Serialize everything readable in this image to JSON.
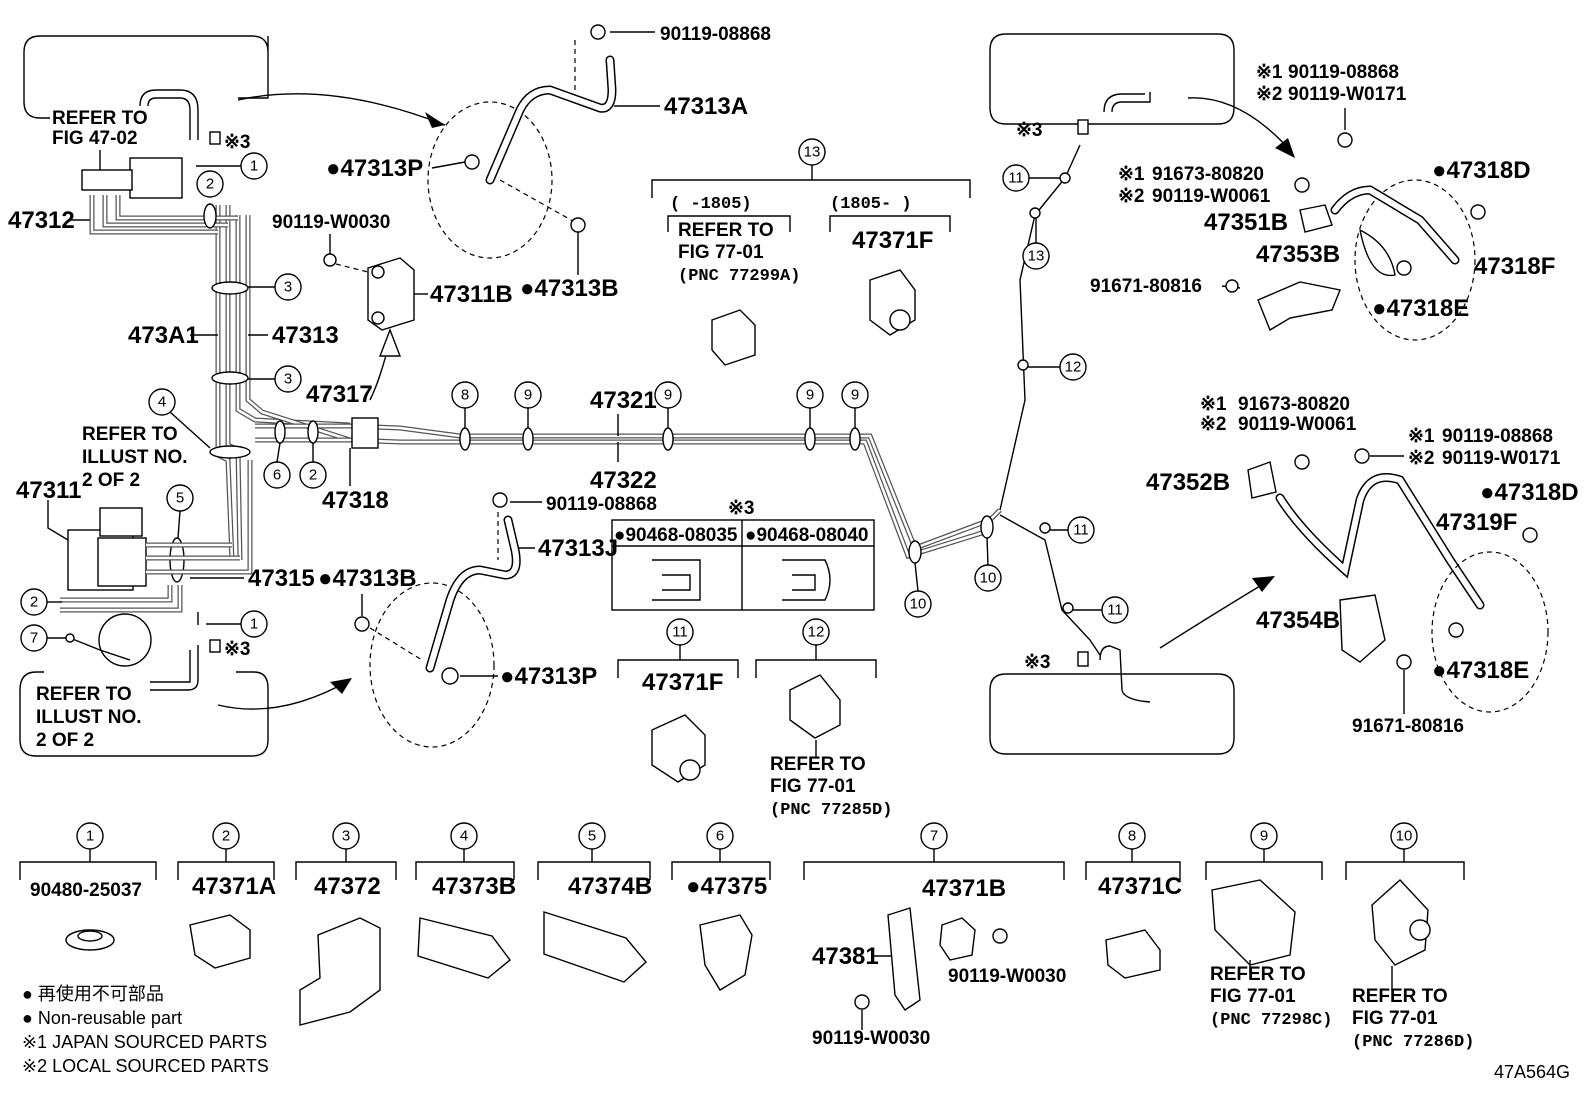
{
  "diagram_id": "47A564G",
  "legend": {
    "non_reusable_jp": "● 再使用不可部品",
    "non_reusable_en": "● Non-reusable part",
    "japan_sourced": "※1 JAPAN SOURCED PARTS",
    "local_sourced": "※2 LOCAL SOURCED PARTS"
  },
  "refer": {
    "fig4702_line1": "REFER TO",
    "fig4702_line2": "FIG 47-02",
    "illust_top_l1": "REFER TO",
    "illust_top_l2": "ILLUST NO.",
    "illust_top_l3": "2 OF 2",
    "illust_bot_l1": "REFER TO",
    "illust_bot_l2": "ILLUST NO.",
    "illust_bot_l3": "2 OF 2",
    "fig7701_a_l1": "REFER TO",
    "fig7701_a_l2": "FIG 77-01",
    "fig7701_a_pnc": "(PNC 77299A)",
    "fig7701_b_l1": "REFER TO",
    "fig7701_b_l2": "FIG 77-01",
    "fig7701_b_pnc": "(PNC 77285D)",
    "fig7701_c_l1": "REFER TO",
    "fig7701_c_l2": "FIG 77-01",
    "fig7701_c_pnc": "(PNC 77298C)",
    "fig7701_d_l1": "REFER TO",
    "fig7701_d_l2": "FIG 77-01",
    "fig7701_d_pnc": "(PNC 77286D)"
  },
  "date_ranges": {
    "before": "(    -1805)",
    "after": "(1805-    )"
  },
  "marks": {
    "mark3": "※3",
    "s1": "※1",
    "s2": "※2"
  },
  "callouts": [
    "1",
    "2",
    "3",
    "4",
    "5",
    "6",
    "7",
    "8",
    "9",
    "10",
    "11",
    "12",
    "13"
  ],
  "parts": {
    "p47312": "47312",
    "p47311": "47311",
    "p473A1": "473A1",
    "p47313": "47313",
    "p47317": "47317",
    "p47318": "47318",
    "p47315": "47315",
    "p47313A": "47313A",
    "p47313P_top": "●47313P",
    "p47313B_top": "●47313B",
    "p47311B": "47311B",
    "p90119_W0030_a": "90119-W0030",
    "p90119_08868_top": "90119-08868",
    "p47321": "47321",
    "p47322": "47322",
    "p90119_08868_mid": "90119-08868",
    "p47313J": "47313J",
    "p47313B_mid": "●47313B",
    "p47313P_mid": "●47313P",
    "p90468_08035": "●90468-08035",
    "p90468_08040": "●90468-08040",
    "p47371F_top": "47371F",
    "p47371F_mid": "47371F",
    "p90119_08868_tr": "90119-08868",
    "p90119_W0171_tr": "90119-W0171",
    "p91673_80820_tr": "91673-80820",
    "p90119_W0061_tr": "90119-W0061",
    "p47318D_tr": "●47318D",
    "p47351B": "47351B",
    "p47353B": "47353B",
    "p47318F": "47318F",
    "p91671_80816_tr": "91671-80816",
    "p47318E_tr": "●47318E",
    "p91673_80820_br": "91673-80820",
    "p90119_W0061_br": "90119-W0061",
    "p90119_08868_br": "90119-08868",
    "p90119_W0171_br": "90119-W0171",
    "p47352B": "47352B",
    "p47318D_br": "●47318D",
    "p47319F": "47319F",
    "p47354B": "47354B",
    "p47318E_br": "●47318E",
    "p91671_80816_br": "91671-80816"
  },
  "bottom_row": [
    {
      "num": "1",
      "part": "90480-25037"
    },
    {
      "num": "2",
      "part": "47371A"
    },
    {
      "num": "3",
      "part": "47372"
    },
    {
      "num": "4",
      "part": "47373B"
    },
    {
      "num": "5",
      "part": "47374B"
    },
    {
      "num": "6",
      "part": "●47375"
    },
    {
      "num": "7",
      "part": "47371B"
    },
    {
      "num": "8",
      "part": "47371C"
    },
    {
      "num": "9",
      "part": ""
    },
    {
      "num": "10",
      "part": ""
    }
  ],
  "bottom_extra": {
    "p47381": "47381",
    "p90119_W0030_b": "90119-W0030",
    "p90119_W0030_c": "90119-W0030"
  }
}
